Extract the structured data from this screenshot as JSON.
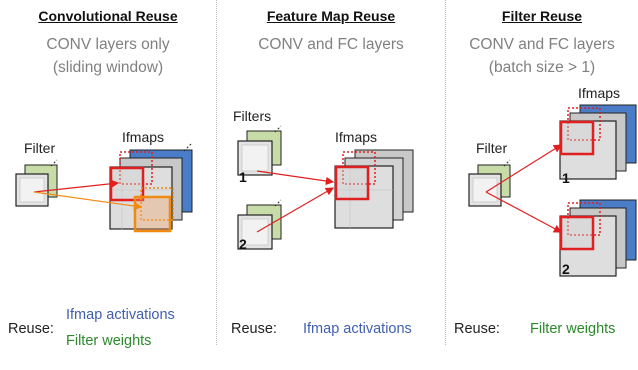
{
  "panels": [
    {
      "title": "Convolutional Reuse",
      "subtitle_line1": "CONV layers only",
      "subtitle_line2": "(sliding window)",
      "filter_label": "Filter",
      "ifmaps_label": "Ifmaps",
      "reuse_label": "Reuse:",
      "reuse_items": [
        "Ifmap activations",
        "Filter weights"
      ]
    },
    {
      "title": "Feature Map Reuse",
      "subtitle_line1": "CONV and FC layers",
      "filters_label": "Filters",
      "ifmaps_label": "Ifmaps",
      "filter_numbers": [
        "1",
        "2"
      ],
      "reuse_label": "Reuse:",
      "reuse_items": [
        "Ifmap activations"
      ]
    },
    {
      "title": "Filter Reuse",
      "subtitle_line1": "CONV and FC layers",
      "subtitle_line2": "(batch size > 1)",
      "filter_label": "Filter",
      "ifmaps_label": "Ifmaps",
      "ifmap_numbers": [
        "1",
        "2"
      ],
      "reuse_label": "Reuse:",
      "reuse_items": [
        "Filter weights"
      ]
    }
  ],
  "colors": {
    "title": "#111111",
    "subtitle": "#808080",
    "activation_blue": "#3f5fb0",
    "weight_green": "#2a8a2a",
    "arrow_red": "#e02020",
    "arrow_orange": "#f08a10"
  },
  "icons": [
    "filter-stack",
    "ifmap-stack",
    "arrow-red",
    "arrow-orange"
  ]
}
